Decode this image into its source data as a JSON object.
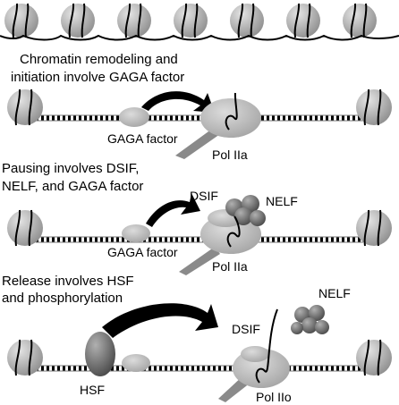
{
  "panels": [
    {
      "caption_lines": [
        "Chromatin remodeling and",
        "initiation involve GAGA factor"
      ],
      "labels": {
        "gaga": "GAGA factor",
        "pol": "Pol IIa"
      }
    },
    {
      "caption_lines": [
        "Pausing involves DSIF,",
        "NELF, and GAGA factor"
      ],
      "labels": {
        "dsif": "DSIF",
        "nelf": "NELF",
        "gaga": "GAGA factor",
        "pol": "Pol IIa"
      }
    },
    {
      "caption_lines": [
        "Release involves HSF",
        "and phosphorylation"
      ],
      "labels": {
        "nelf": "NELF",
        "dsif": "DSIF",
        "hsf": "HSF",
        "pol": "Pol IIo"
      }
    }
  ],
  "colors": {
    "nucleosome": "#a8a8a8",
    "gaga": "#bdbdbd",
    "pol": "#c6c6c6",
    "nelf": "#6e6e6e",
    "hsf": "#707070",
    "dna": "#000000"
  }
}
